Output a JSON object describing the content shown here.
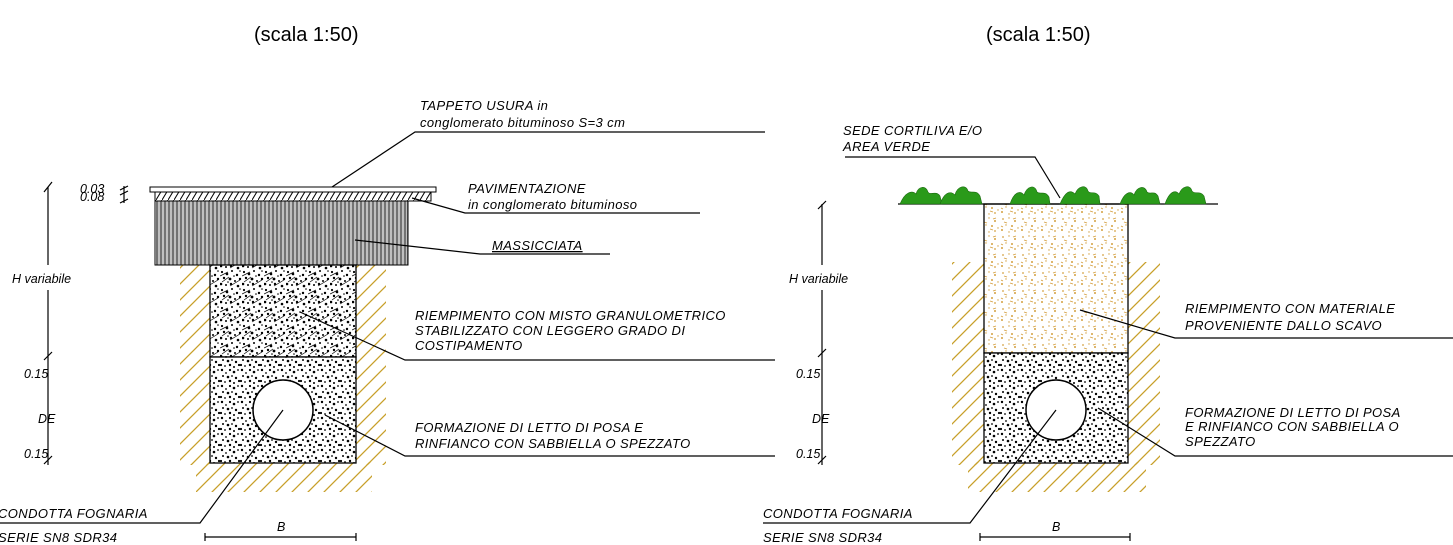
{
  "left": {
    "scale": "(scala 1:50)",
    "tappeto": [
      "TAPPETO USURA in",
      "conglomerato bituminoso S=3 cm"
    ],
    "pavimentazione": [
      "PAVIMENTAZIONE",
      "in conglomerato bituminoso"
    ],
    "massicciata": "MASSICCIATA",
    "riempimento": [
      "RIEMPIMENTO CON MISTO GRANULOMETRICO",
      "STABILIZZATO CON LEGGERO GRADO DI",
      "COSTIPAMENTO"
    ],
    "letto": [
      "FORMAZIONE DI LETTO DI POSA E",
      "RINFIANCO CON SABBIELLA O SPEZZATO"
    ],
    "condotta": [
      "CONDOTTA FOGNARIA",
      "SERIE SN8 SDR34"
    ],
    "dims": {
      "d003": "0.03",
      "d008": "0.08",
      "h": "H variabile",
      "d015a": "0.15",
      "de": "DE",
      "d015b": "0.15",
      "b": "B"
    }
  },
  "right": {
    "scale": "(scala 1:50)",
    "sede": [
      "SEDE CORTILIVA E/O",
      "AREA VERDE"
    ],
    "riempimento": [
      "RIEMPIMENTO CON MATERIALE",
      "PROVENIENTE DALLO SCAVO"
    ],
    "letto": [
      "FORMAZIONE DI LETTO DI POSA",
      "E RINFIANCO CON SABBIELLA O",
      "SPEZZATO"
    ],
    "condotta": [
      "CONDOTTA FOGNARIA",
      "SERIE SN8 SDR34"
    ],
    "dims": {
      "h": "H variabile",
      "d015a": "0.15",
      "de": "DE",
      "d015b": "0.15",
      "b": "B"
    }
  },
  "colors": {
    "soil_hatch": "#c8a02a",
    "sand_fill": "#d4a040",
    "grass": "#2a9a1a",
    "gravel": "#000000"
  }
}
